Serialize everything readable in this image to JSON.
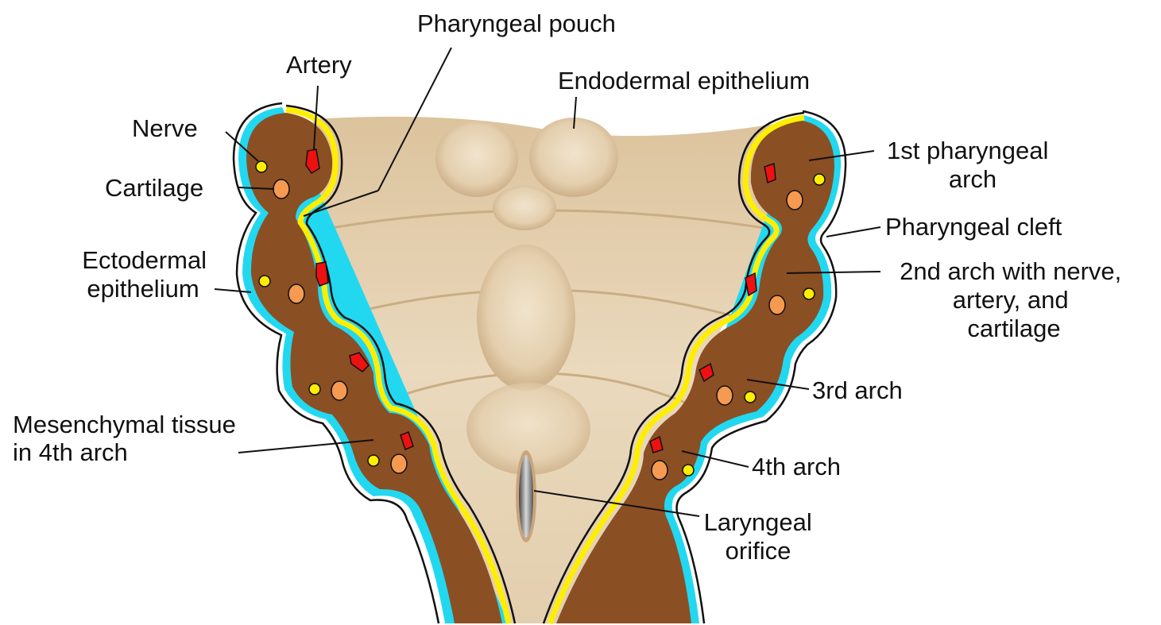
{
  "labels": {
    "pharyngeal_pouch": "Pharyngeal pouch",
    "artery": "Artery",
    "endodermal_epithelium": "Endodermal epithelium",
    "nerve": "Nerve",
    "cartilage": "Cartilage",
    "ectodermal_epithelium": [
      "Ectodermal",
      "epithelium"
    ],
    "mesenchymal_tissue": [
      "Mesenchymal tissue",
      "in 4th arch"
    ],
    "first_arch": [
      "1st pharyngeal",
      "arch"
    ],
    "pharyngeal_cleft": "Pharyngeal cleft",
    "second_arch": [
      "2nd arch with nerve,",
      "artery, and",
      "cartilage"
    ],
    "third_arch": "3rd arch",
    "fourth_arch": "4th arch",
    "laryngeal_orifice": [
      "Laryngeal",
      "orifice"
    ]
  },
  "colors": {
    "arch_tissue": "#8b4f24",
    "pharynx_floor": "#e6d3b4",
    "endoderm": "#ffee00",
    "ectoderm": "#22d8f0",
    "nerve": "#ffee00",
    "artery": "#ee1111",
    "cartilage": "#f59a50"
  }
}
